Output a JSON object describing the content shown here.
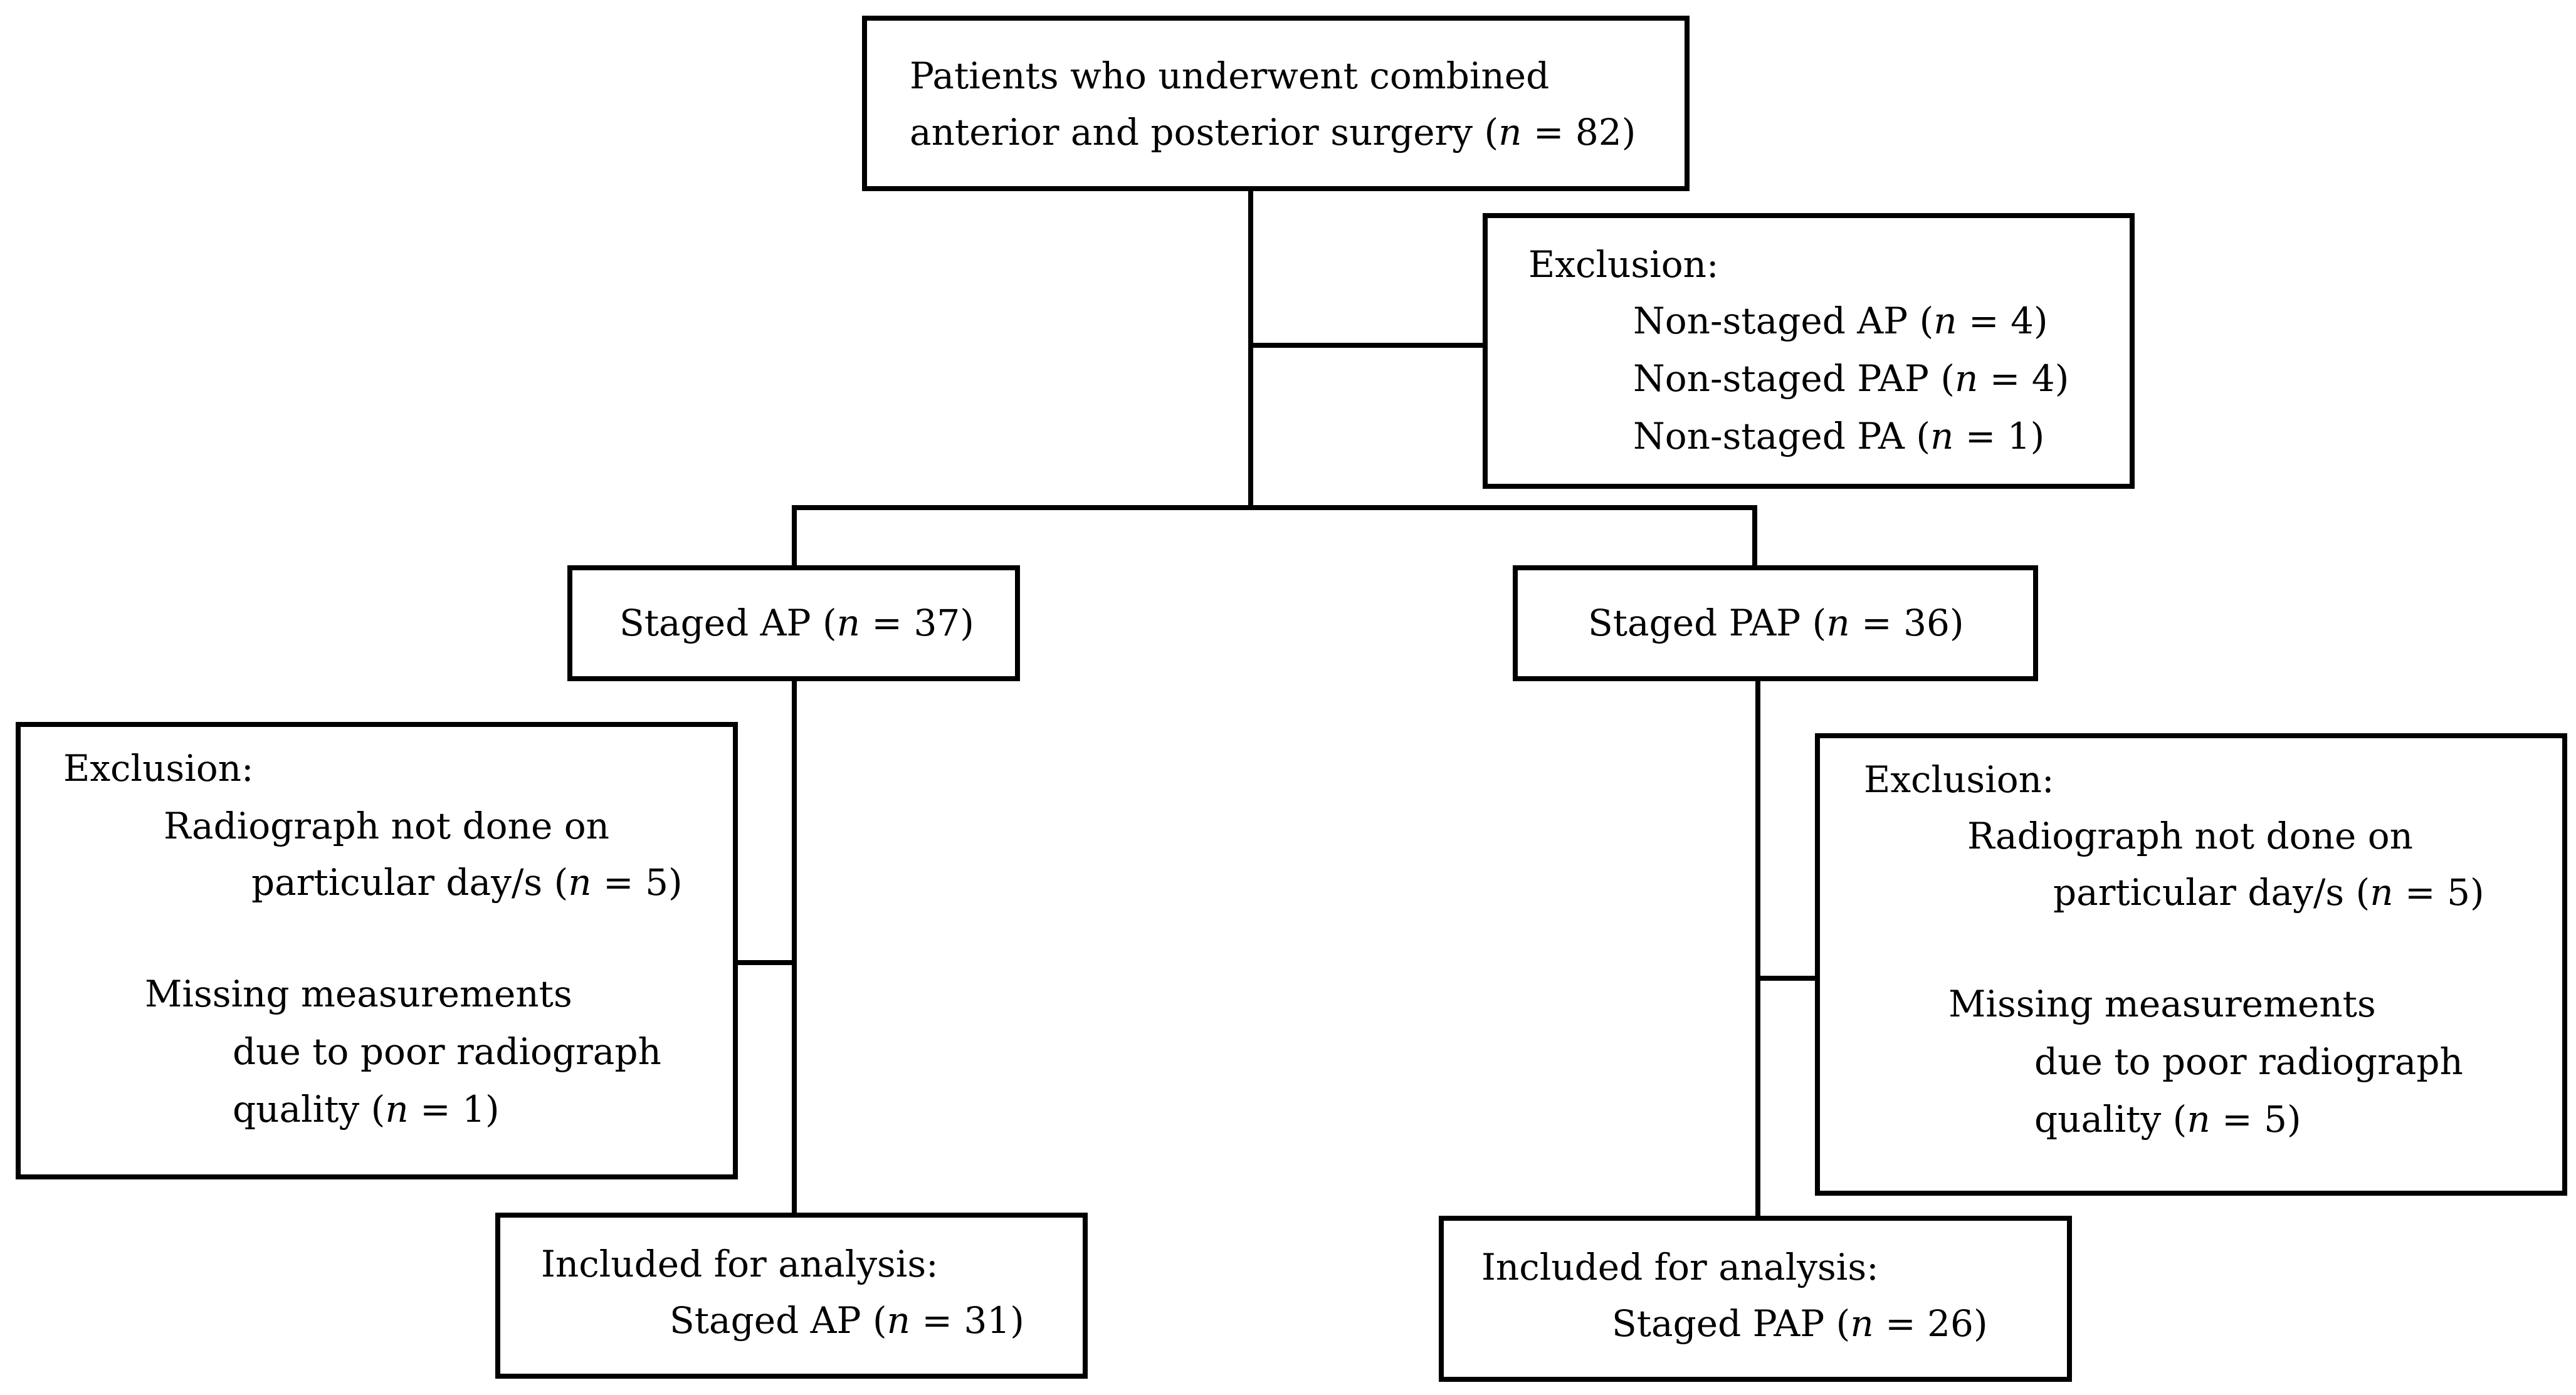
{
  "top_box": {
    "line1": "Patients who underwent combined",
    "line2_prefix": "anterior and posterior surgery (",
    "line2_n": "n",
    "line2_suffix": " = 82)"
  },
  "exclusion_top": {
    "heading": "Exclusion:",
    "items": [
      {
        "label": "Non-staged AP (",
        "n": "n",
        "count": " = 4)"
      },
      {
        "label": "Non-staged PAP (",
        "n": "n",
        "count": " = 4)"
      },
      {
        "label": "Non-staged PA (",
        "n": "n",
        "count": " = 1)"
      }
    ]
  },
  "staged_ap": {
    "label": "Staged AP (",
    "n": "n",
    "count": " = 37)"
  },
  "staged_pap": {
    "label": "Staged PAP (",
    "n": "n",
    "count": " = 36)"
  },
  "exclusion_left": {
    "heading": "Exclusion:",
    "line1": "Radiograph not done on",
    "line2_prefix": "particular day/s (",
    "line2_n": "n",
    "line2_suffix": " = 5)",
    "line3": "Missing measurements",
    "line4": "due to poor radiograph",
    "line5_prefix": "quality (",
    "line5_n": "n",
    "line5_suffix": " = 1)"
  },
  "exclusion_right": {
    "heading": "Exclusion:",
    "line1": "Radiograph not done on",
    "line2_prefix": "particular day/s (",
    "line2_n": "n",
    "line2_suffix": " = 5)",
    "line3": "Missing measurements",
    "line4": "due to poor radiograph",
    "line5_prefix": "quality (",
    "line5_n": "n",
    "line5_suffix": " = 5)"
  },
  "included_ap": {
    "heading": "Included for analysis:",
    "label": "Staged AP (",
    "n": "n",
    "count": " = 31)"
  },
  "included_pap": {
    "heading": "Included for analysis:",
    "label": "Staged PAP (",
    "n": "n",
    "count": " = 26)"
  }
}
